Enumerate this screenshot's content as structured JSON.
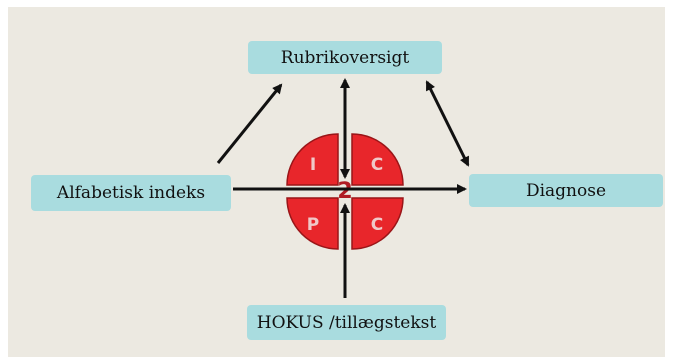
{
  "nodes": {
    "top": "Rubrikoversigt",
    "left": "Alfabetisk indeks",
    "right": "Diagnose",
    "bottom": "HOKUS /tillægstekst"
  },
  "logo": {
    "letters": [
      "I",
      "C",
      "P",
      "C"
    ],
    "number": "2"
  },
  "colors": {
    "background": "#ece9e1",
    "box": "#a9dcdf",
    "logo_red": "#e8262b",
    "arrow": "#111111"
  }
}
